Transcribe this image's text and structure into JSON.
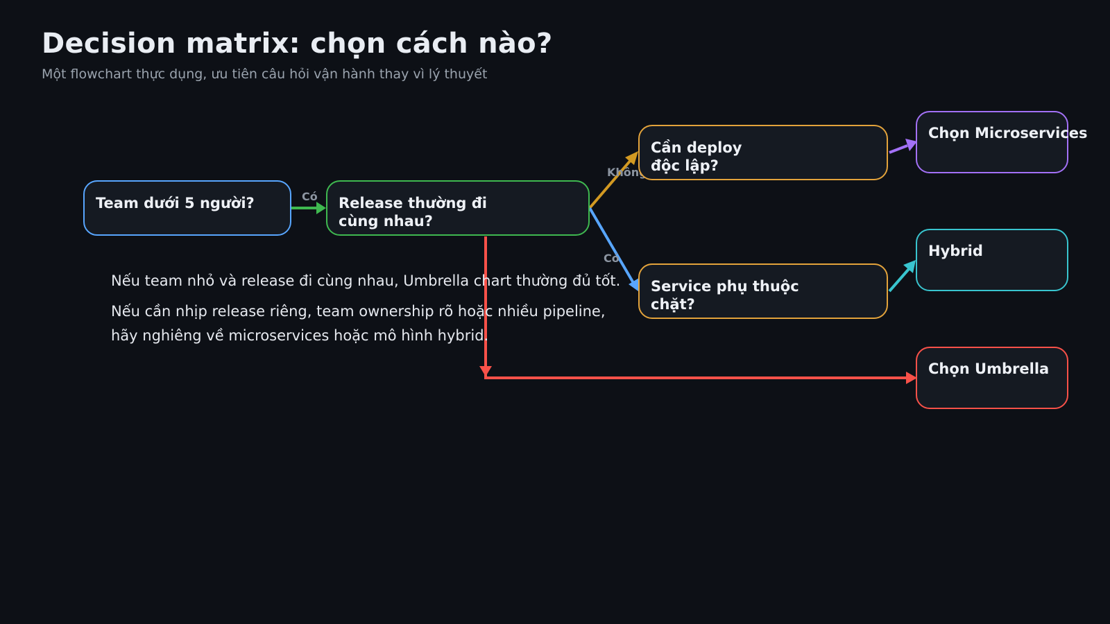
{
  "header": {
    "title": "Decision matrix: chọn cách nào?",
    "subtitle": "Một flowchart thực dụng, ưu tiên câu hỏi vận hành thay vì lý thuyết"
  },
  "nodes": {
    "team_size": {
      "label": "Team dưới 5 người?",
      "color": "#58a6ff"
    },
    "release_together": {
      "label": "Release thường đi cùng nhau?",
      "color": "#3fb950"
    },
    "deploy_independent": {
      "label": "Cần deploy độc lập?",
      "color": "#e3a33b"
    },
    "service_dependency": {
      "label": "Service phụ thuộc chặt?",
      "color": "#e3a33b"
    },
    "microservices": {
      "label": "Chọn Microservices",
      "color": "#a371f7"
    },
    "hybrid": {
      "label": "Hybrid",
      "color": "#39c5cf"
    },
    "umbrella": {
      "label": "Chọn Umbrella",
      "color": "#f85149"
    }
  },
  "edges": {
    "team_to_release": {
      "label": "Có",
      "color": "#3fb950"
    },
    "release_to_deploy": {
      "label": "Không",
      "color": "#d29922"
    },
    "release_to_service": {
      "label": "Có",
      "color": "#58a6ff"
    },
    "deploy_to_micro": {
      "color": "#a371f7"
    },
    "service_to_hybrid": {
      "color": "#39c5cf"
    },
    "release_to_umbrella": {
      "color": "#f85149"
    }
  },
  "notes": {
    "line1": "Nếu team nhỏ và release đi cùng nhau, Umbrella chart thường đủ tốt.",
    "line2": "Nếu cần nhịp release riêng, team ownership rõ hoặc nhiều pipeline,",
    "line3": "hãy nghiêng về microservices hoặc mô hình hybrid."
  }
}
